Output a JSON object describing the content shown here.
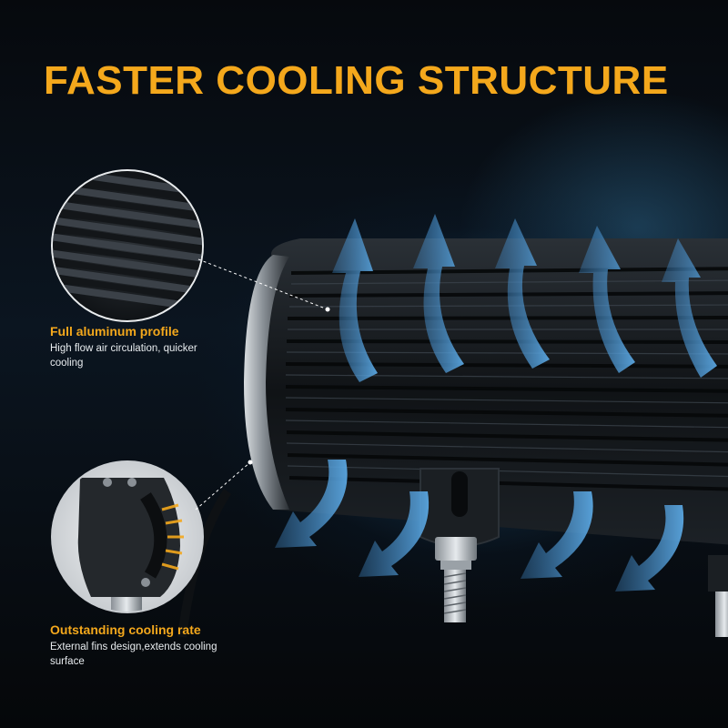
{
  "headline": "FASTER COOLING STRUCTURE",
  "colors": {
    "accent": "#f4a81c",
    "airflow": "#3f86c4",
    "housing": "#15191d",
    "background": "#05080c"
  },
  "callouts": [
    {
      "title": "Full aluminum profile",
      "description": "High flow air circulation, quicker cooling",
      "image": "heatsink-fins-closeup"
    },
    {
      "title": "Outstanding cooling rate",
      "description": "External fins design,extends cooling surface",
      "image": "light-bar-end-cap"
    }
  ],
  "icons": [
    "airflow-arrow-icon",
    "mounting-bolt-icon"
  ]
}
